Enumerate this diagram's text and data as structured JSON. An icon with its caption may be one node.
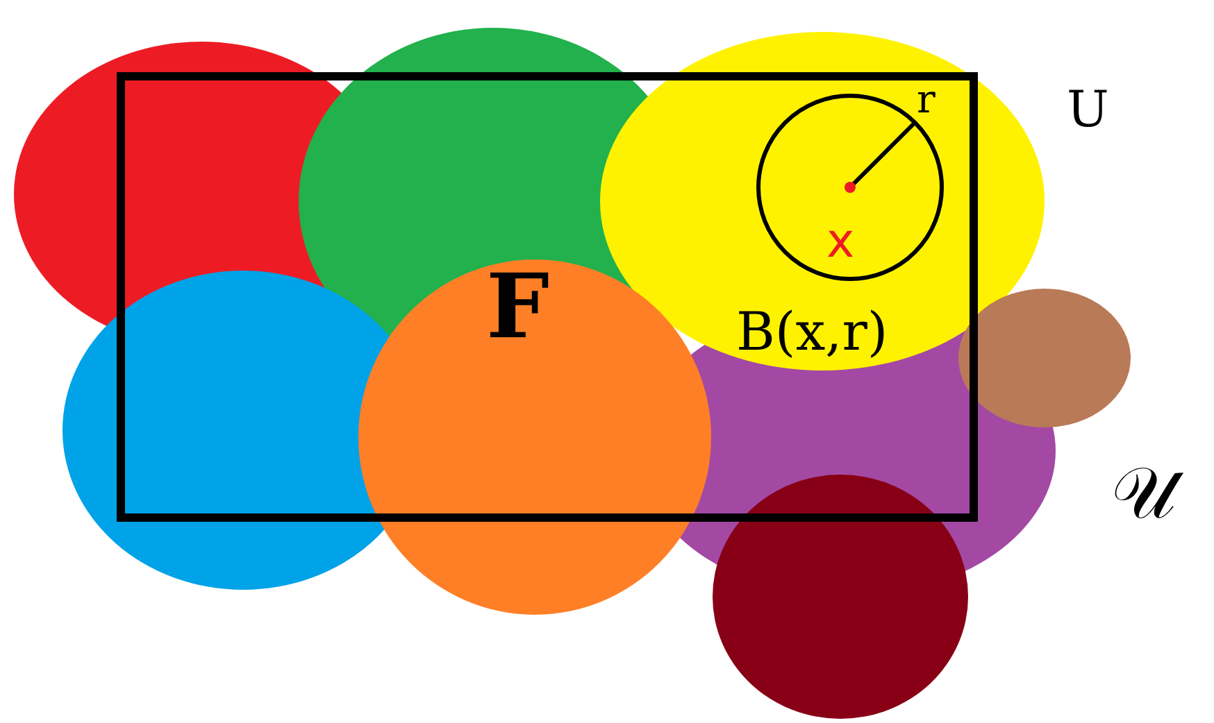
{
  "diagram": {
    "labels": [
      "r",
      "U",
      "x",
      "F",
      "B(x,r)",
      "𝒰"
    ]
  }
}
